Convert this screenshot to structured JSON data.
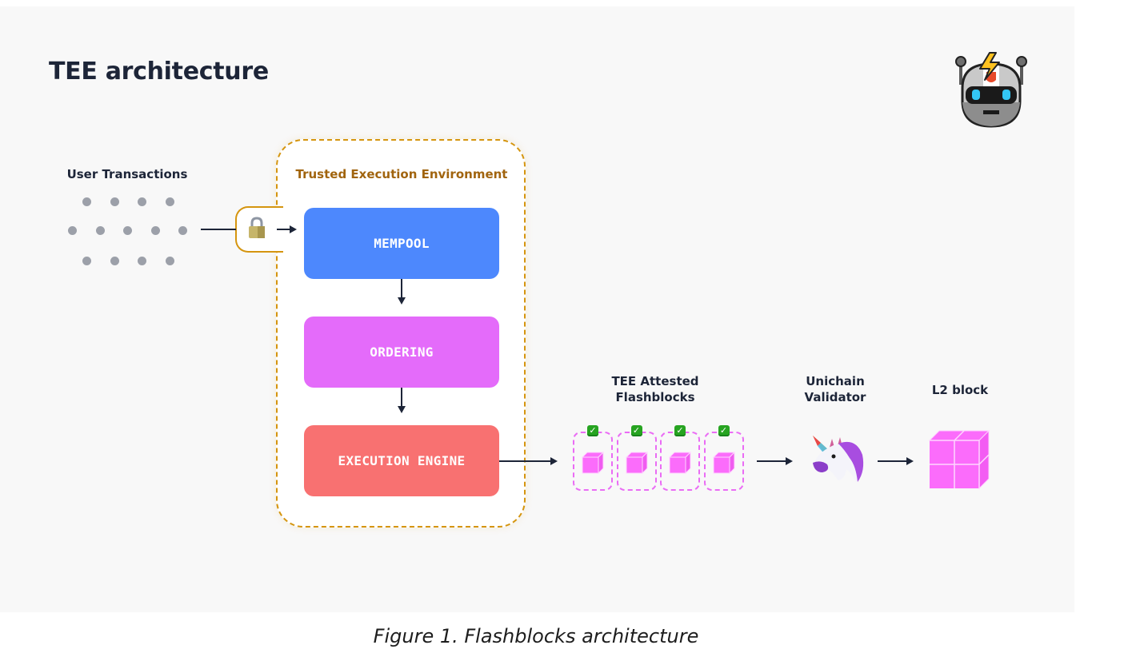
{
  "title": "TEE architecture",
  "icons": {
    "corner_icon": "robot-lightning-icon",
    "lock": "lock-icon",
    "validator": "unicorn-icon",
    "block": "cube-icon",
    "attest": "check-icon"
  },
  "user_transactions": {
    "label": "User Transactions",
    "dot_rows": [
      4,
      5,
      4
    ]
  },
  "tee": {
    "label": "Trusted Execution Environment",
    "stages": [
      {
        "label": "MEMPOOL",
        "color": "#4d88fd"
      },
      {
        "label": "ORDERING",
        "color": "#e46bfa"
      },
      {
        "label": "EXECUTION ENGINE",
        "color": "#f87171"
      }
    ]
  },
  "flashblocks": {
    "label_line1": "TEE Attested",
    "label_line2": "Flashblocks",
    "count": 4,
    "check_glyph": "✓",
    "color": "#fb6cfb"
  },
  "validator": {
    "label_line1": "Unichain",
    "label_line2": "Validator"
  },
  "l2_block": {
    "label": "L2 block"
  },
  "colors": {
    "tee_border": "#d5950f",
    "tee_label": "#a1640e",
    "text": "#1d2538",
    "dots": "#9ca0a9",
    "flashblock_border": "#ea6cf5",
    "cube": "#fb6cfb"
  },
  "caption": "Figure 1. Flashblocks architecture"
}
